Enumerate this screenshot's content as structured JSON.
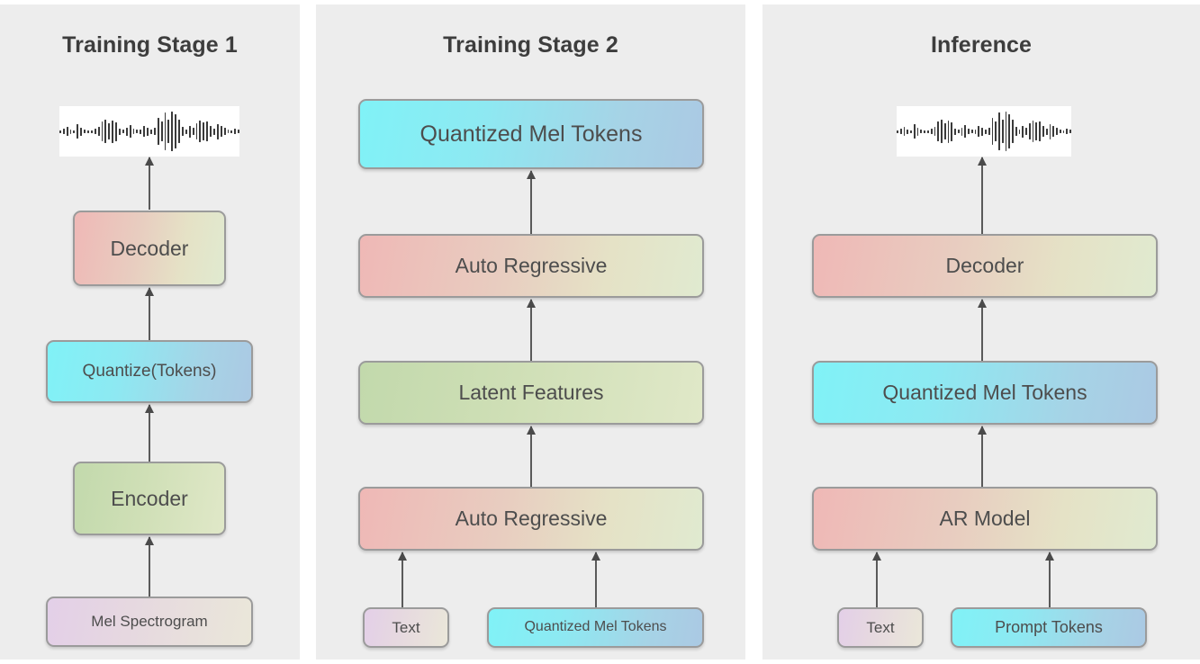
{
  "diagram": {
    "title_font_color": "#3d3d3d",
    "panel_background": "#ededed",
    "page_background": "#ffffff",
    "node_border_color": "#9b9b9b",
    "arrow_color": "#5a5a5a",
    "accent_colors": {
      "warm": "#efb8b6",
      "cyan": "#80f2f7",
      "green": "#c2d9ac",
      "lilac": "#e3cfe8",
      "blue": "#abc9e3"
    }
  },
  "panels": [
    {
      "id": "training-stage-1",
      "title": "Training Stage 1",
      "nodes": [
        {
          "id": "waveform-1",
          "label": "audio-waveform",
          "type": "waveform"
        },
        {
          "id": "decoder-1",
          "label": "Decoder",
          "color": "warm"
        },
        {
          "id": "quantize-tokens",
          "label": "Quantize(Tokens)",
          "color": "cyan"
        },
        {
          "id": "encoder-1",
          "label": "Encoder",
          "color": "green"
        },
        {
          "id": "mel-spectrogram",
          "label": "Mel Spectrogram",
          "color": "lilac"
        }
      ],
      "edges": [
        {
          "from": "mel-spectrogram",
          "to": "encoder-1"
        },
        {
          "from": "encoder-1",
          "to": "quantize-tokens"
        },
        {
          "from": "quantize-tokens",
          "to": "decoder-1"
        },
        {
          "from": "decoder-1",
          "to": "waveform-1"
        }
      ]
    },
    {
      "id": "training-stage-2",
      "title": "Training Stage 2",
      "nodes": [
        {
          "id": "quantized-mel-tokens-out",
          "label": "Quantized Mel Tokens",
          "color": "cyan"
        },
        {
          "id": "auto-regressive-top",
          "label": "Auto Regressive",
          "color": "warm"
        },
        {
          "id": "latent-features",
          "label": "Latent Features",
          "color": "green"
        },
        {
          "id": "auto-regressive-bottom",
          "label": "Auto Regressive",
          "color": "warm"
        },
        {
          "id": "text-2",
          "label": "Text",
          "color": "lilac"
        },
        {
          "id": "quantized-mel-tokens-in",
          "label": "Quantized Mel Tokens",
          "color": "cyan"
        }
      ],
      "edges": [
        {
          "from": "text-2",
          "to": "auto-regressive-bottom"
        },
        {
          "from": "quantized-mel-tokens-in",
          "to": "auto-regressive-bottom"
        },
        {
          "from": "auto-regressive-bottom",
          "to": "latent-features"
        },
        {
          "from": "latent-features",
          "to": "auto-regressive-top"
        },
        {
          "from": "auto-regressive-top",
          "to": "quantized-mel-tokens-out"
        }
      ]
    },
    {
      "id": "inference",
      "title": "Inference",
      "nodes": [
        {
          "id": "waveform-3",
          "label": "audio-waveform",
          "type": "waveform"
        },
        {
          "id": "decoder-3",
          "label": "Decoder",
          "color": "warm"
        },
        {
          "id": "quantized-mel-tokens-3",
          "label": "Quantized Mel Tokens",
          "color": "cyan"
        },
        {
          "id": "ar-model",
          "label": "AR Model",
          "color": "warm"
        },
        {
          "id": "text-3",
          "label": "Text",
          "color": "lilac"
        },
        {
          "id": "prompt-tokens",
          "label": "Prompt Tokens",
          "color": "cyan"
        }
      ],
      "edges": [
        {
          "from": "text-3",
          "to": "ar-model"
        },
        {
          "from": "prompt-tokens",
          "to": "ar-model"
        },
        {
          "from": "ar-model",
          "to": "quantized-mel-tokens-3"
        },
        {
          "from": "quantized-mel-tokens-3",
          "to": "decoder-3"
        },
        {
          "from": "decoder-3",
          "to": "waveform-3"
        }
      ]
    }
  ],
  "waveform_bars": [
    3,
    6,
    10,
    5,
    3,
    16,
    9,
    4,
    3,
    3,
    6,
    10,
    22,
    26,
    18,
    25,
    21,
    7,
    4,
    9,
    14,
    6,
    4,
    5,
    12,
    9,
    5,
    8,
    30,
    22,
    42,
    26,
    44,
    38,
    26,
    10,
    5,
    13,
    8,
    18,
    24,
    20,
    22,
    12,
    7,
    17,
    12,
    8,
    4,
    3,
    6,
    4
  ]
}
